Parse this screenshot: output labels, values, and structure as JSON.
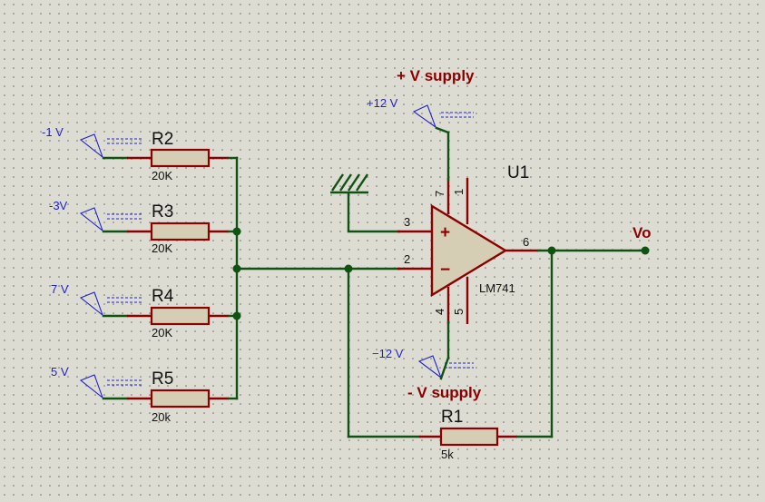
{
  "colors": {
    "background": "#dcdcd2",
    "wire": "#0f5212",
    "component": "#8b0000",
    "terminal": "#2222cc"
  },
  "inputs": [
    {
      "voltage": "-1 V",
      "ref": "R2",
      "value": "20K"
    },
    {
      "voltage": "-3V",
      "ref": "R3",
      "value": "20K"
    },
    {
      "voltage": "7 V",
      "ref": "R4",
      "value": "20K"
    },
    {
      "voltage": "5 V",
      "ref": "R5",
      "value": "20k"
    }
  ],
  "feedback": {
    "ref": "R1",
    "value": "5k"
  },
  "opamp": {
    "ref": "U1",
    "part": "LM741",
    "pins": {
      "noninv": "3",
      "inv": "2",
      "out": "6",
      "vplus": "7",
      "vminus": "4",
      "offset1": "1",
      "offset2": "5"
    },
    "plus_sign": "+",
    "minus_sign": "−"
  },
  "supplies": {
    "positive_label": "+ V supply",
    "positive_voltage": "+12 V",
    "negative_label": "- V supply",
    "negative_voltage": "−12 V"
  },
  "output_label": "Vo",
  "icons": {
    "ground": "ground-icon",
    "terminal": "power-terminal-icon"
  }
}
